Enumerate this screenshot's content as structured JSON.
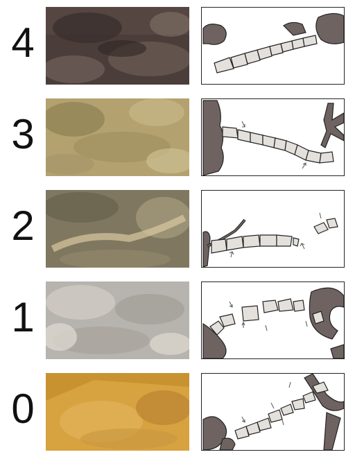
{
  "rows": [
    {
      "label": "4",
      "bone_color": "#e4e0dc",
      "dark_color": "#6f6362",
      "photo_base": "#4b3e3a"
    },
    {
      "label": "3",
      "bone_color": "#e4e0dc",
      "dark_color": "#6f6362",
      "photo_base": "#b3a270"
    },
    {
      "label": "2",
      "bone_color": "#e4e0dc",
      "dark_color": "#6f6362",
      "photo_base": "#7f7760"
    },
    {
      "label": "1",
      "bone_color": "#e4e0dc",
      "dark_color": "#6f6362",
      "photo_base": "#b7b3ae"
    },
    {
      "label": "0",
      "bone_color": "#e4e0dc",
      "dark_color": "#6f6362",
      "photo_base": "#d7a240"
    }
  ]
}
